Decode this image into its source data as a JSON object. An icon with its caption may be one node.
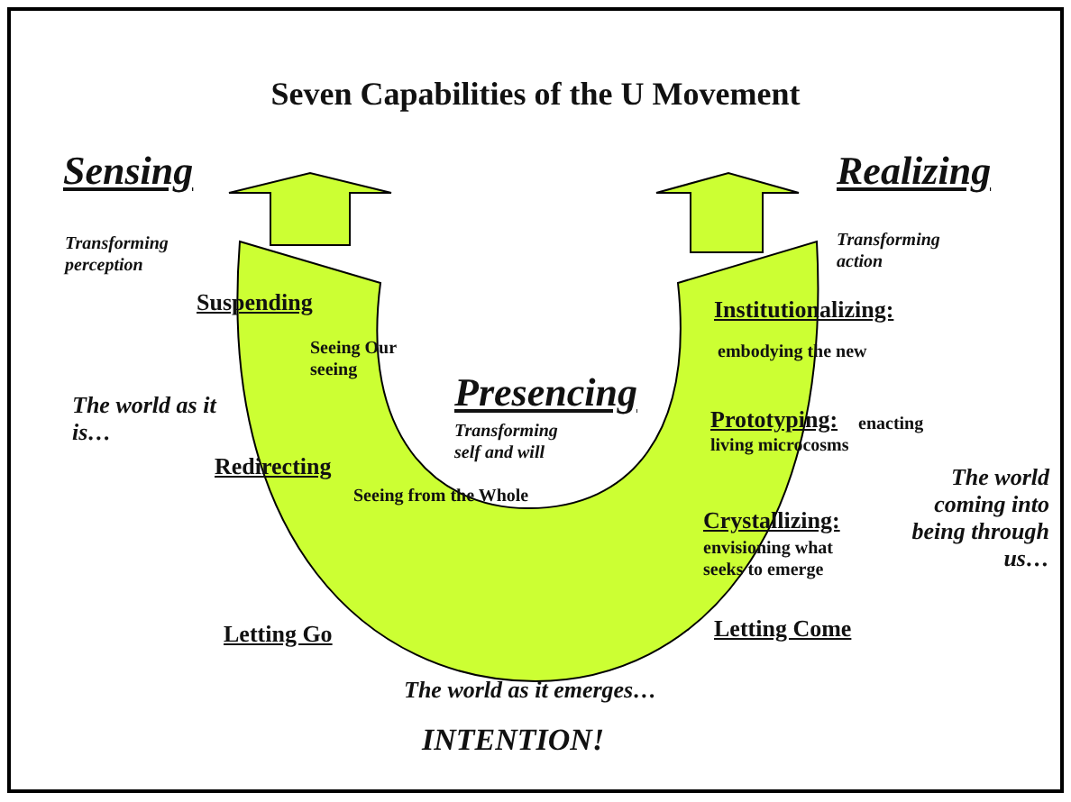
{
  "diagram": {
    "title": "Seven Capabilities of the U Movement",
    "nodes": [
      {
        "text": [
          "Seeing Our seeing",
          "Seeing from the Whole"
        ]
      }
    ],
    "labels": [
      "Sensing",
      "Transforming perception",
      "Realizing",
      "Transforming action",
      "Suspending",
      "Institutionalizing:",
      "embodying the new",
      "Presencing",
      "Transforming self and will",
      "The world as it is…",
      "Prototyping:",
      "enacting living microcosms",
      "Redirecting",
      "The world coming into being through us…",
      "Crystallizing:",
      "envisioning what seeks to emerge",
      "Letting Go",
      "Letting Come",
      "The world as it emerges…",
      "INTENTION!"
    ]
  }
}
